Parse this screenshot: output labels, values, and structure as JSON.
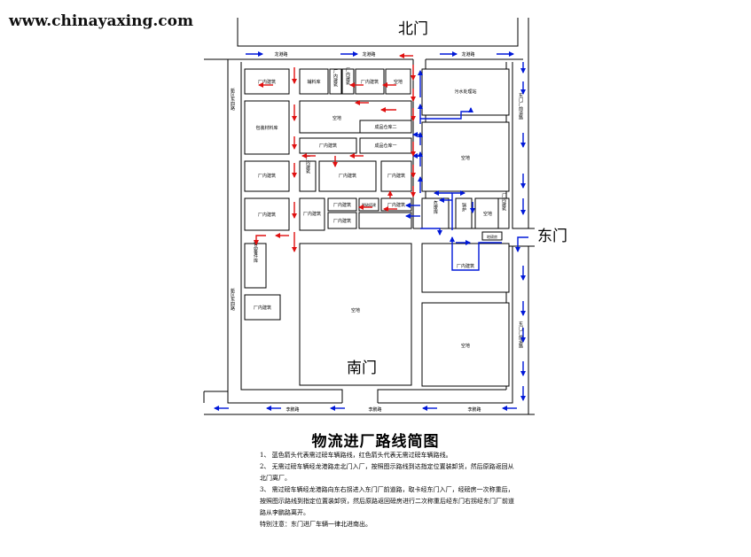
{
  "watermark": "www.chinayaxing.com",
  "gates": {
    "north": "北门",
    "east": "东门",
    "south": "南门"
  },
  "roads": {
    "top_left": "龙港路",
    "top_mid": "龙港路",
    "top_right": "龙港路",
    "left_upper": "新区东四路",
    "left_lower": "新区东四路",
    "right_upper": "东门厂前道路",
    "right_lower": "东门厂前道路",
    "bottom_mid": "李鹏路",
    "bottom_center": "李鹏路",
    "bottom_right": "李鹏路"
  },
  "buildings": {
    "b1": "厂内建筑",
    "b2": "辅料库",
    "b3": "厂内建筑",
    "b4": "厂内建筑",
    "b5": "厂内建筑",
    "b6": "空地",
    "b7": "污水处理站",
    "b8": "包装材料库",
    "b9": "空地",
    "b10": "成品仓库二",
    "b11": "厂内建筑",
    "b12": "成品仓库一",
    "b13": "空地",
    "b14": "厂内建筑",
    "b15": "厂内建筑",
    "b16": "厂内建筑",
    "b17": "厂内建筑",
    "b18": "厂内建筑",
    "b19": "厂内建筑",
    "b20": "厂内建筑",
    "b21": "脱硫塔建",
    "b22": "厂内建筑",
    "b23": "厂内建筑",
    "b24": "危废库",
    "b25": "锅炉",
    "b26": "空地",
    "b27": "厂内建筑",
    "b28": "地磅房",
    "b29": "备品备件库",
    "b30": "厂内建筑",
    "b31": "厂内建筑",
    "b32": "空地",
    "b33": "空地"
  },
  "title": "物流进厂路线简图",
  "notes": [
    "1、 蓝色箭头代表需过磅车辆路线，红色箭头代表无需过磅车辆路线。",
    "2、 无需过磅车辆经龙港路走北门入厂，按照图示路线到达指定位置装卸货，然后原路返回从北门离厂。",
    "3、 需过磅车辆经龙港路向东右拐进入东门厂前道路，取卡经东门入厂，经磅房一次称重后，按照图示路线到指定位置装卸货，然后原路返回磅房进行二次称重后经东门右拐经东门厂前道路从李鹏路离开。",
    "特别注意：东门进厂车辆一律北进南出。"
  ],
  "colors": {
    "blue_route": "#0018d8",
    "red_route": "#e01010"
  }
}
